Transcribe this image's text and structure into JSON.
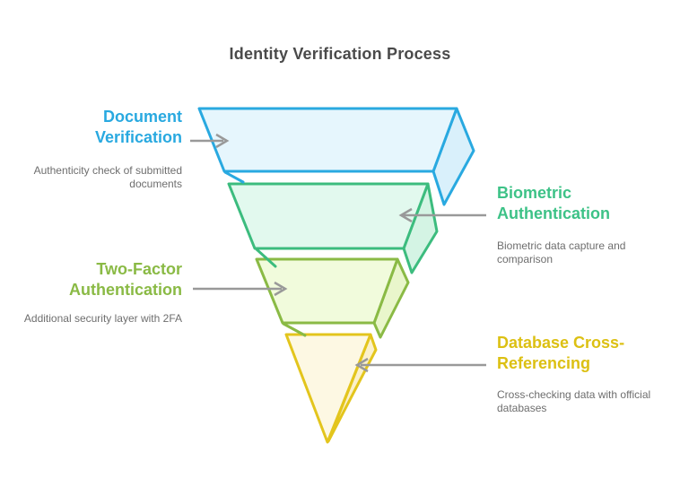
{
  "title": "Identity Verification Process",
  "colors": {
    "title": "#4a4a4a",
    "description": "#6e6e6e",
    "arrow": "#999999",
    "background": "#ffffff"
  },
  "stages": [
    {
      "id": "document-verification",
      "label": "Document Verification",
      "description": "Authenticity check of submitted documents",
      "label_color": "#29a9e0",
      "stroke": "#29a9e0",
      "fill": "#e6f6fd",
      "side_fill": "#d9f0fb",
      "label_side": "left"
    },
    {
      "id": "biometric-authentication",
      "label": "Biometric Authentication",
      "description": "Biometric data capture and comparison",
      "label_color": "#3dc287",
      "stroke": "#3cbc7e",
      "fill": "#e2f9ee",
      "side_fill": "#d4f4e4",
      "label_side": "right"
    },
    {
      "id": "two-factor-authentication",
      "label": "Two-Factor Authentication",
      "description": "Additional security layer with 2FA",
      "label_color": "#8aba45",
      "stroke": "#8aba45",
      "fill": "#f1fbdc",
      "side_fill": "#e9f6cb",
      "label_side": "left"
    },
    {
      "id": "database-cross-referencing",
      "label": "Database Cross-Referencing",
      "description": "Cross-checking data with official databases",
      "label_color": "#dcc013",
      "stroke": "#e3c51d",
      "fill": "#fdf8e3",
      "side_fill": "#fbf1cb",
      "label_side": "right"
    }
  ]
}
